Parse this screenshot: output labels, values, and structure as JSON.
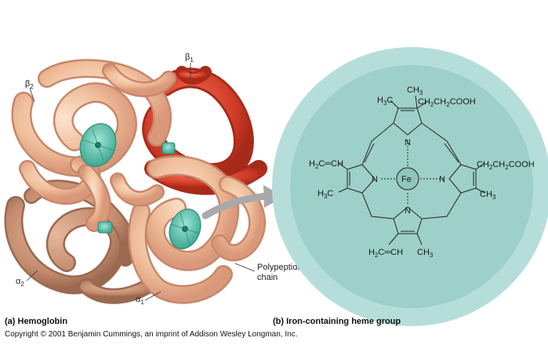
{
  "labels": {
    "beta1": "β",
    "beta1_sub": "1",
    "beta2": "β",
    "beta2_sub": "2",
    "alpha1": "α",
    "alpha1_sub": "1",
    "alpha2": "α",
    "alpha2_sub": "2",
    "polypeptide_line1": "Polypeptide",
    "polypeptide_line2": "chain"
  },
  "heme": {
    "fe": "Fe",
    "n": "N",
    "top_left_ch3": "H",
    "top_left_ch3_sub": "3",
    "top_left_ch3_c": "C",
    "top_ch3": "CH",
    "top_ch3_sub": "3",
    "top_right_chain": "CH",
    "top_right_chain_2": "CH",
    "top_right_chain_cooh": "COOH",
    "right_chain": "CH",
    "right_chain_2": "CH",
    "right_chain_cooh": "COOH",
    "right_ch3": "CH",
    "right_ch3_sub": "3",
    "left_vinyl": "H",
    "left_vinyl_sub": "2",
    "left_vinyl_rest": "C═CH",
    "left_ch3": "H",
    "left_ch3_sub": "3",
    "left_ch3_c": "C",
    "bottom_vinyl": "H",
    "bottom_vinyl_sub": "2",
    "bottom_vinyl_rest": "C═CH",
    "bottom_ch3": "CH",
    "bottom_ch3_sub": "3",
    "sub2": "2"
  },
  "captions": {
    "a": "(a) Hemoglobin",
    "b": "(b) Iron-containing heme group",
    "copyright": "Copyright © 2001 Benjamin Cummings, an imprint of Addison Wesley Longman, Inc."
  },
  "colors": {
    "beta1_red": "#d9452e",
    "beta2_peach": "#f2c4a3",
    "alpha_brown": "#c99478",
    "heme_green": "#5cc3ad",
    "circle_outer": "#b5dedb",
    "circle_inner": "#9dd0c8",
    "arrow_gray": "#a9a9a9"
  }
}
